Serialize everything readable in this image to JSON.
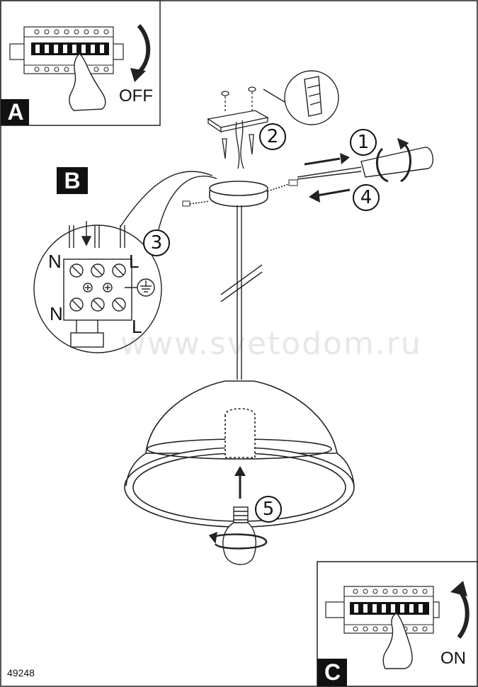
{
  "panels": {
    "a": {
      "badge": "A",
      "switch_label": "OFF"
    },
    "b": {
      "badge": "B"
    },
    "c": {
      "badge": "C",
      "switch_label": "ON"
    }
  },
  "steps": [
    "1",
    "2",
    "3",
    "4",
    "5"
  ],
  "terminal_labels": {
    "top_left": "N",
    "top_right": "L",
    "bottom_left": "N",
    "bottom_right": "L"
  },
  "watermark": "www.svetodom.ru",
  "model_number": "49248"
}
